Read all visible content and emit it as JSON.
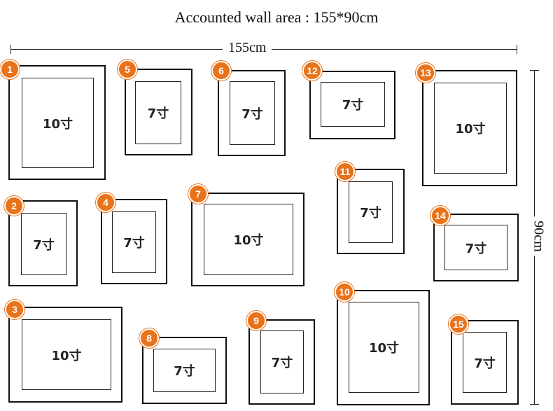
{
  "title": "Accounted wall area : 155*90cm",
  "width_label": "155cm",
  "height_label": "90cm",
  "accent_color": "#e8731a",
  "frames": [
    {
      "number": "1",
      "size": "10寸"
    },
    {
      "number": "5",
      "size": "7寸"
    },
    {
      "number": "6",
      "size": "7寸"
    },
    {
      "number": "12",
      "size": "7寸"
    },
    {
      "number": "13",
      "size": "10寸"
    },
    {
      "number": "2",
      "size": "7寸"
    },
    {
      "number": "4",
      "size": "7寸"
    },
    {
      "number": "7",
      "size": "10寸"
    },
    {
      "number": "11",
      "size": "7寸"
    },
    {
      "number": "14",
      "size": "7寸"
    },
    {
      "number": "3",
      "size": "10寸"
    },
    {
      "number": "8",
      "size": "7寸"
    },
    {
      "number": "9",
      "size": "7寸"
    },
    {
      "number": "10",
      "size": "10寸"
    },
    {
      "number": "15",
      "size": "7寸"
    }
  ]
}
